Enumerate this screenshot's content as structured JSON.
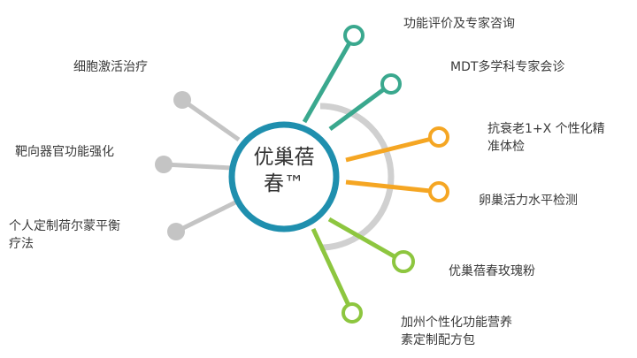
{
  "center": {
    "label": "优巢蓓\n春™"
  },
  "colors": {
    "gray": "#c4c4c4",
    "teal": "#3aa88e",
    "orange": "#f5a623",
    "green": "#8dc63f",
    "ring": "#1f8fae",
    "arc": "#d0d0d0"
  },
  "left_items": [
    {
      "label": "细胞激活治疗"
    },
    {
      "label": "靶向器官功能强化"
    },
    {
      "label": "个人定制荷尔蒙平衡\n疗法"
    }
  ],
  "right_items": [
    {
      "label": "功能评价及专家咨询"
    },
    {
      "label": "MDT多学科专家会诊"
    },
    {
      "label": "抗衰老1+X 个性化精\n准体检"
    },
    {
      "label": "卵巢活力水平检测"
    },
    {
      "label": "优巢蓓春玫瑰粉"
    },
    {
      "label": "加州个性化功能营养\n素定制配方包"
    }
  ]
}
